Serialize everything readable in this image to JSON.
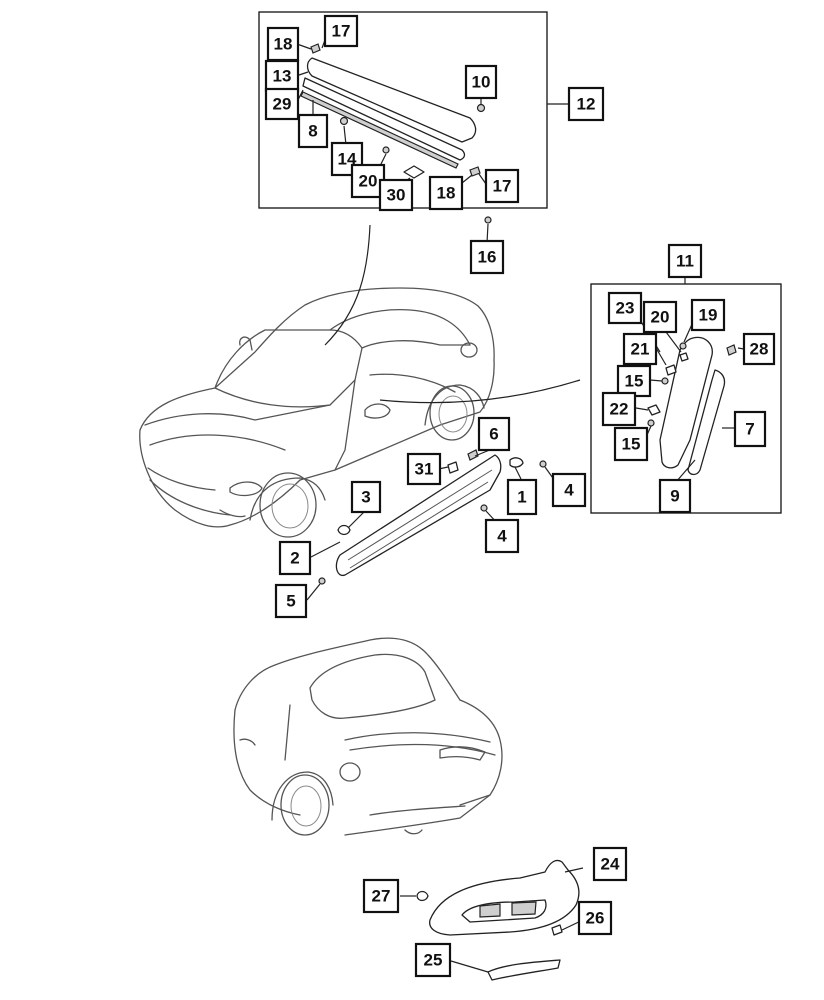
{
  "labels": {
    "l1": "1",
    "l2": "2",
    "l3": "3",
    "l4a": "4",
    "l4b": "4",
    "l5": "5",
    "l6": "6",
    "l7": "7",
    "l8": "8",
    "l9": "9",
    "l10": "10",
    "l11": "11",
    "l12": "12",
    "l13": "13",
    "l14": "14",
    "l15a": "15",
    "l15b": "15",
    "l16": "16",
    "l17a": "17",
    "l17b": "17",
    "l18a": "18",
    "l18b": "18",
    "l19": "19",
    "l20a": "20",
    "l20b": "20",
    "l21": "21",
    "l22": "22",
    "l23": "23",
    "l24": "24",
    "l25": "25",
    "l26": "26",
    "l27": "27",
    "l28": "28",
    "l29": "29",
    "l30": "30",
    "l31": "31"
  }
}
